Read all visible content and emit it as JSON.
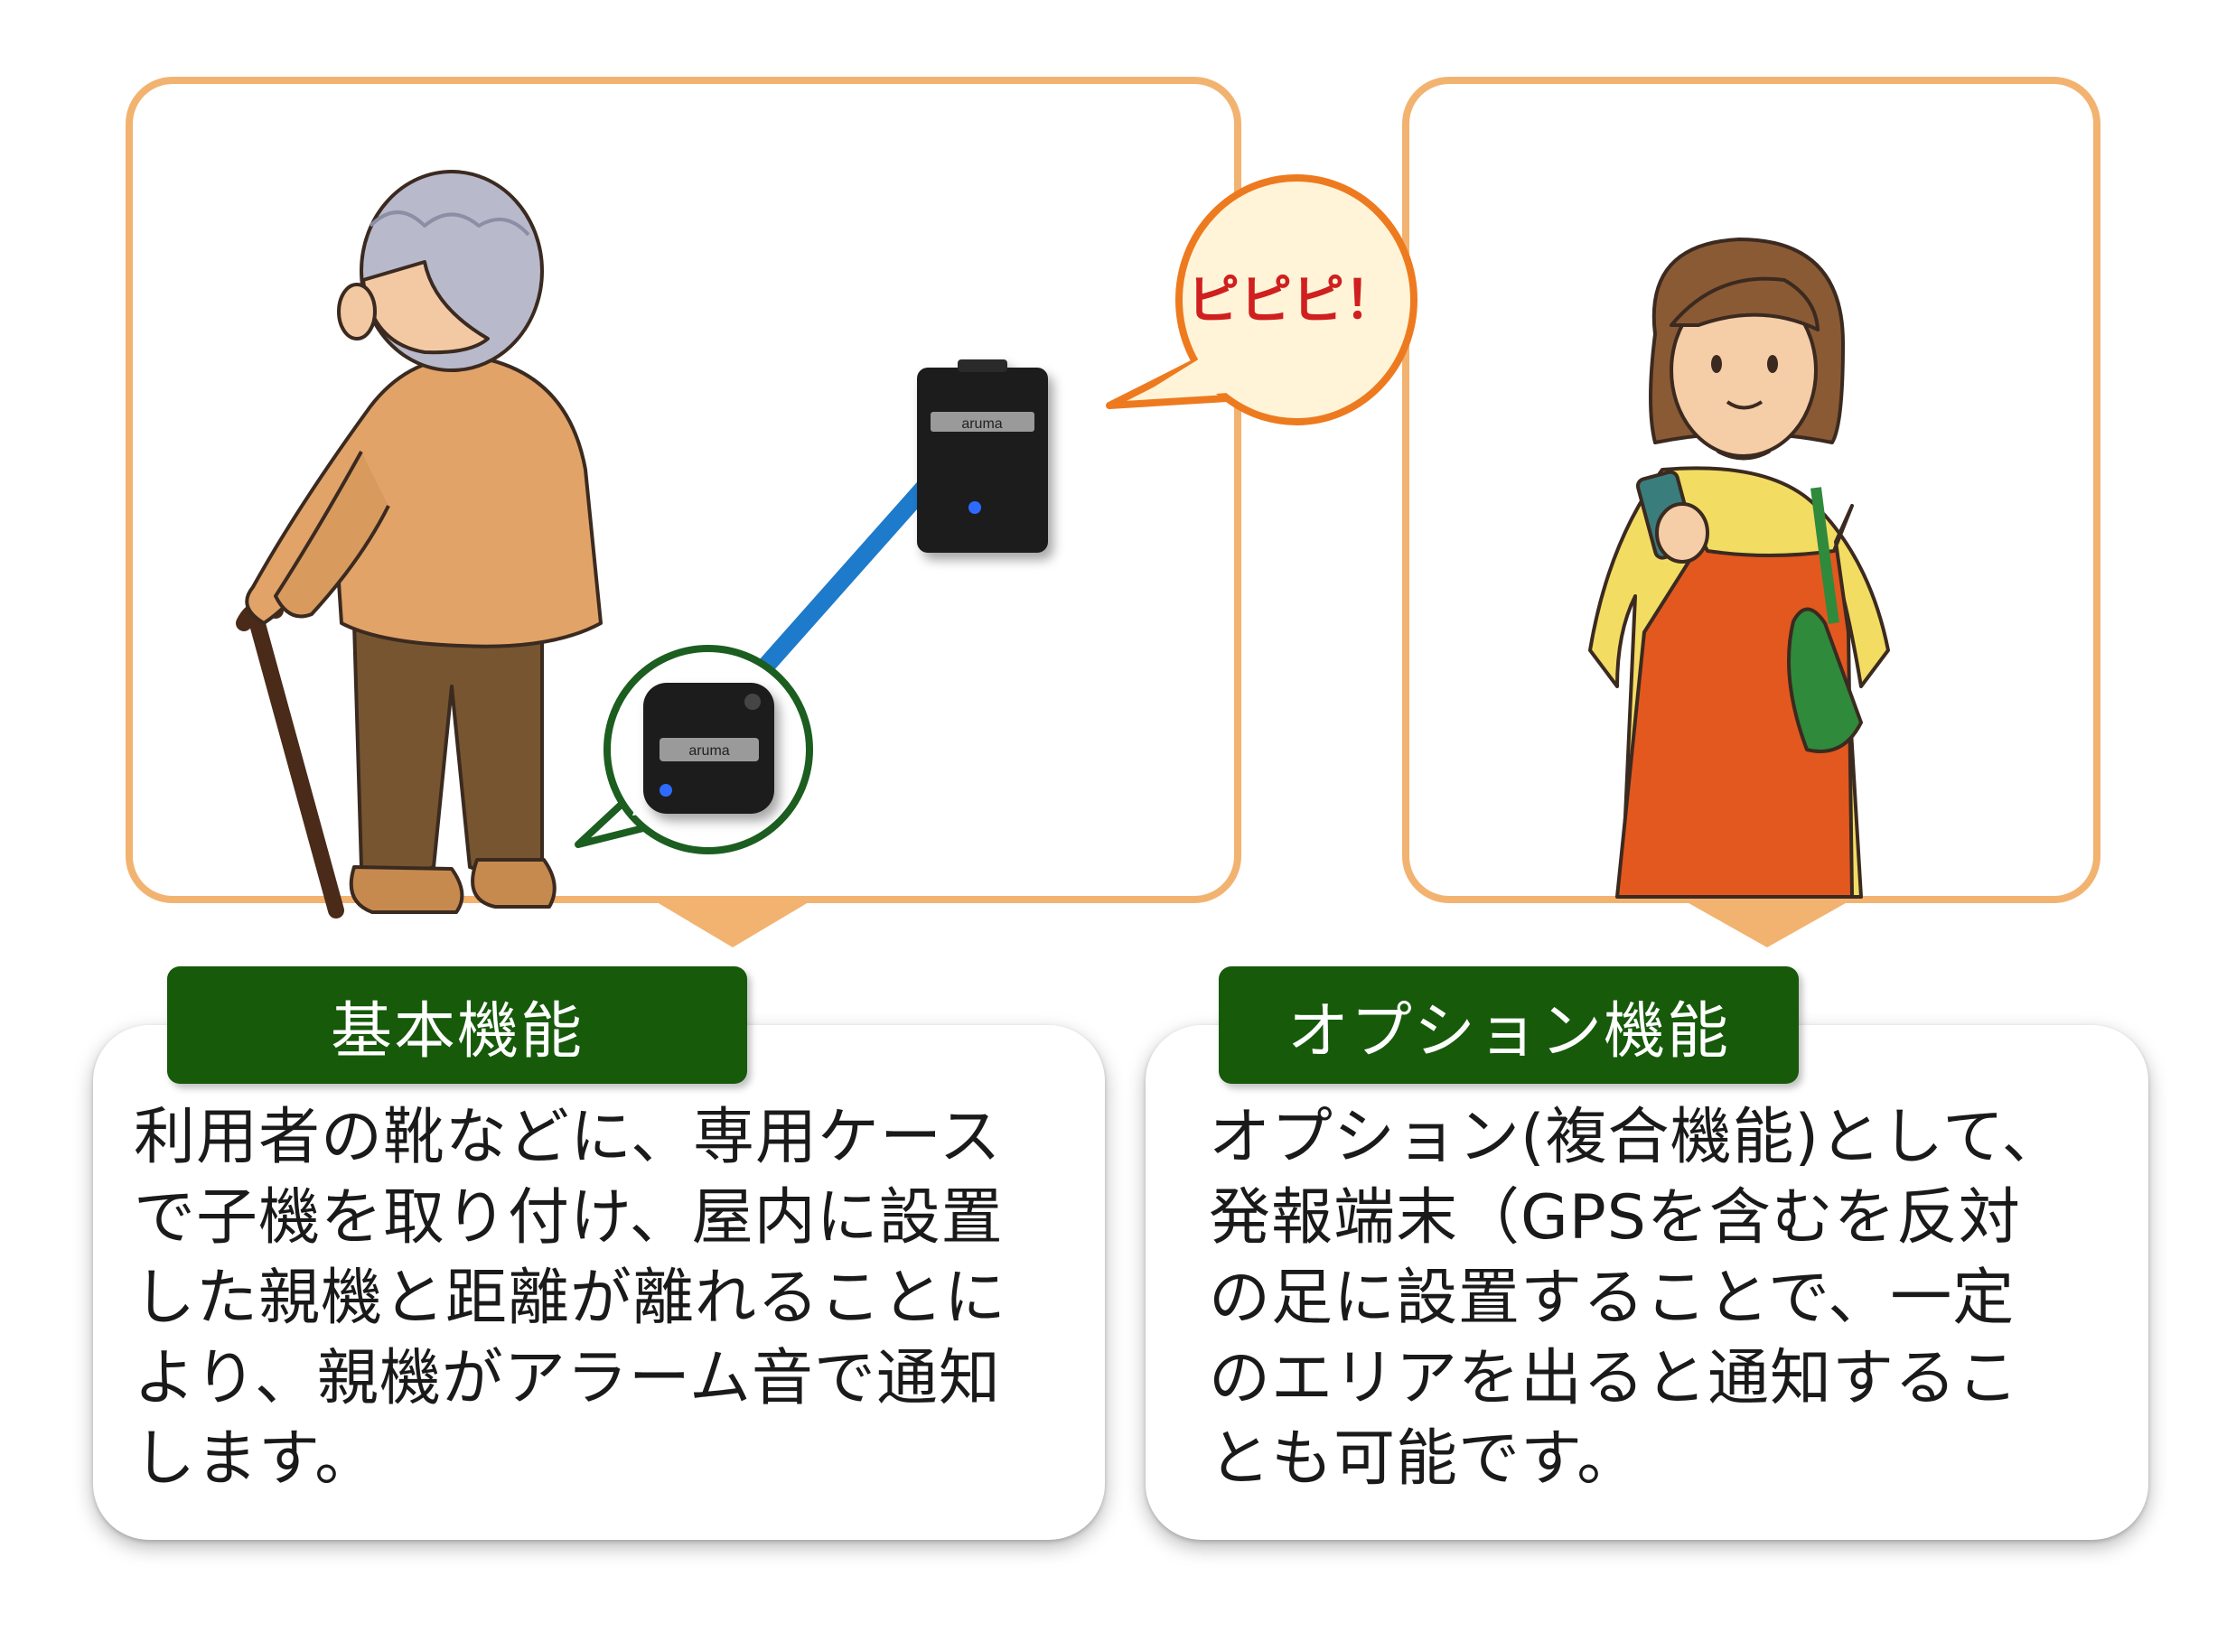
{
  "speech_bubble": {
    "text": "ピピピ！"
  },
  "device_brand": "aruma",
  "colors": {
    "panel_border": "#f2b370",
    "tag_background": "#165a0a",
    "signal_line": "#1e7acb",
    "bubble_border": "#ee7a1f",
    "bubble_text": "#d01f1f"
  },
  "basic": {
    "title": "基本機能",
    "lines": [
      "利用者の靴などに、専用ケース",
      "で子機を取り付け、屋内に設置",
      "した親機と距離が離れることに",
      "より、親機がアラーム音で通知",
      "します。"
    ]
  },
  "option": {
    "title": "オプション機能",
    "lines": [
      "オプション(複合機能)として、",
      "発報端末（GPSを含むを反対",
      "の足に設置することで、一定",
      "のエリアを出ると通知するこ",
      "とも可能です。"
    ]
  }
}
